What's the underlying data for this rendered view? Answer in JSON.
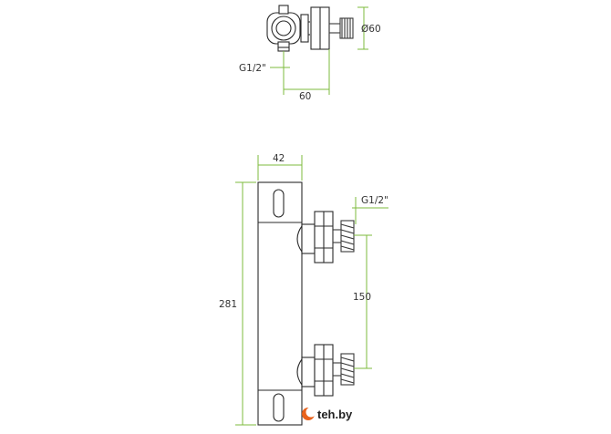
{
  "colors": {
    "outline": "#2a2a2a",
    "dimension": "#7dbb3c",
    "thread": "#3a3a3a",
    "watermark_accent": "#e8621c"
  },
  "top_view": {
    "diameter_label": "Ø60",
    "thread_label": "G1/2\"",
    "depth_label": "60"
  },
  "front_view": {
    "width_label": "42",
    "height_label": "281",
    "thread_label": "G1/2\"",
    "spacing_label": "150"
  },
  "watermark": {
    "text": "teh.by",
    "icon": "crescent-logo-icon"
  }
}
